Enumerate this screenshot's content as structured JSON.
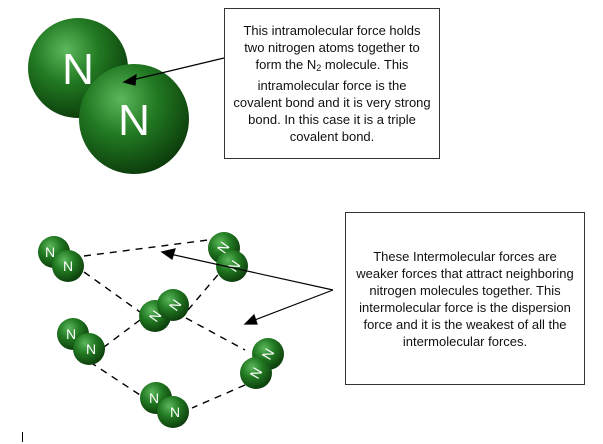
{
  "colors": {
    "atom_fill": "#1f6e1f",
    "atom_highlight": "#4fa34f",
    "atom_shadow": "#0b3a0b",
    "label": "#ffffff",
    "line": "#000000"
  },
  "atom_symbol": "N",
  "intramolecular_callout": {
    "pre": "This intramolecular force holds two nitrogen atoms together to form the N",
    "subscript": "2",
    "post": " molecule. This intramolecular force is the covalent bond and it is very strong bond. In this case it is a triple covalent bond."
  },
  "intermolecular_callout": {
    "text": "These Intermolecular forces are weaker forces that attract neighboring nitrogen molecules together. This intermolecular force is the dispersion force and it is the weakest of all the intermolecular forces."
  }
}
